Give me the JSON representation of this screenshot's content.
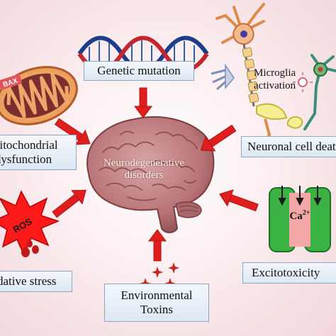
{
  "center": {
    "line1": "Neurodegenerative",
    "line2": "disorders"
  },
  "labels": {
    "genetic": "Genetic mutation",
    "mito_line1": "Mitochondrial",
    "mito_line2": "dysfunction",
    "neuronal": "Neuronal cell death",
    "oxidative": "Oxidative stress",
    "env_line1": "Environmental",
    "env_line2": "Toxins",
    "excito": "Excitotoxicity",
    "microglia_line1": "Microglia",
    "microglia_line2": "activation"
  },
  "icons": {
    "bax": "BAX",
    "ros": "ROS",
    "ca": "Ca",
    "ca_charge": "2+"
  },
  "colors": {
    "arrow": "#e01e1e",
    "brain": "#c98a8c",
    "label_border": "#8ea6c0"
  }
}
